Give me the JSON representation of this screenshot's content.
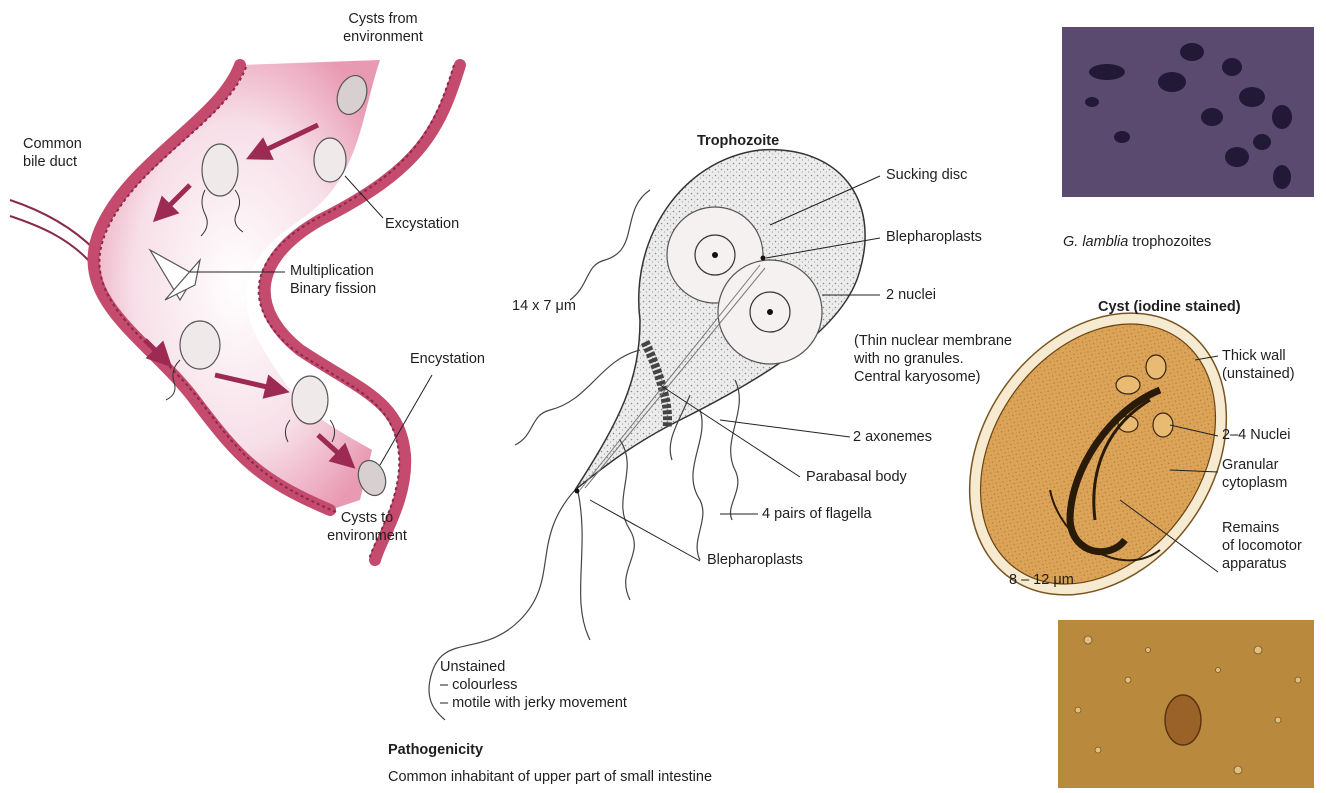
{
  "life_cycle": {
    "cysts_from_env_line1": "Cysts from",
    "cysts_from_env_line2": "environment",
    "common_bile_duct_line1": "Common",
    "common_bile_duct_line2": "bile duct",
    "excystation": "Excystation",
    "multiplication": "Multiplication",
    "binary_fission": "Binary fission",
    "encystation": "Encystation",
    "cysts_to_env_line1": "Cysts to",
    "cysts_to_env_line2": "environment"
  },
  "trophozoite": {
    "title": "Trophozoite",
    "size": "14 x 7 μm",
    "sucking_disc": "Sucking disc",
    "blepharoplasts_top": "Blepharoplasts",
    "two_nuclei": "2 nuclei",
    "nuclei_note_line1": "(Thin nuclear membrane",
    "nuclei_note_line2": "with no granules.",
    "nuclei_note_line3": "Central karyosome)",
    "axonemes": "2 axonemes",
    "parabasal_body": "Parabasal body",
    "flagella": "4 pairs of flagella",
    "blepharoplasts_bottom": "Blepharoplasts",
    "unstained_line1": "Unstained",
    "unstained_line2": "– colourless",
    "unstained_line3": "– motile with jerky movement"
  },
  "pathogenicity": {
    "heading": "Pathogenicity",
    "text": "Common inhabitant of upper part of small intestine"
  },
  "micrograph_top": {
    "caption_species": "G. lamblia",
    "caption_rest": " trophozoites"
  },
  "cyst": {
    "title": "Cyst (iodine stained)",
    "thick_wall_line1": "Thick wall",
    "thick_wall_line2": "(unstained)",
    "nuclei": "2–4 Nuclei",
    "granular_line1": "Granular",
    "granular_line2": "cytoplasm",
    "remains_line1": "Remains",
    "remains_line2": "of locomotor",
    "remains_line3": "apparatus",
    "size": "8 – 12 μm"
  },
  "colors": {
    "intestine_wall": "#c44a6e",
    "intestine_lumen": "#f6dbe5",
    "arrow": "#9c2a52",
    "cyst_fill": "#d9a050",
    "micrograph_top_bg": "#4a3a5e",
    "micrograph_bottom_bg": "#b8843a"
  }
}
